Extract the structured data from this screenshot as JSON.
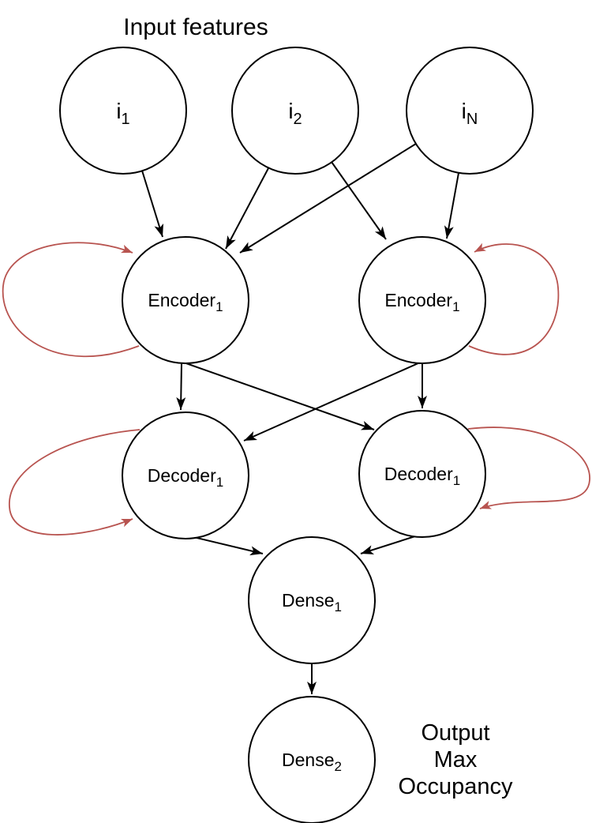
{
  "title": "Input features",
  "output_label": {
    "line1": "Output",
    "line2": "Max",
    "line3": "Occupancy"
  },
  "nodes": {
    "i1": {
      "base": "i",
      "sub": "1"
    },
    "i2": {
      "base": "i",
      "sub": "2"
    },
    "iN": {
      "base": "i",
      "sub": "N"
    },
    "encoder_left": {
      "base": "Encoder",
      "sub": "1"
    },
    "encoder_right": {
      "base": "Encoder",
      "sub": "1"
    },
    "decoder_left": {
      "base": "Decoder",
      "sub": "1"
    },
    "decoder_right": {
      "base": "Decoder",
      "sub": "1"
    },
    "dense_1": {
      "base": "Dense",
      "sub": "1"
    },
    "dense_2": {
      "base": "Dense",
      "sub": "2"
    }
  },
  "edges": [
    {
      "from": "i1",
      "to": "encoder_left",
      "type": "forward"
    },
    {
      "from": "i2",
      "to": "encoder_left",
      "type": "forward"
    },
    {
      "from": "i2",
      "to": "encoder_right",
      "type": "forward"
    },
    {
      "from": "iN",
      "to": "encoder_left",
      "type": "forward"
    },
    {
      "from": "iN",
      "to": "encoder_right",
      "type": "forward"
    },
    {
      "from": "encoder_left",
      "to": "decoder_left",
      "type": "forward"
    },
    {
      "from": "encoder_left",
      "to": "decoder_right",
      "type": "forward"
    },
    {
      "from": "encoder_right",
      "to": "decoder_right",
      "type": "forward"
    },
    {
      "from": "encoder_right",
      "to": "decoder_left",
      "type": "forward"
    },
    {
      "from": "decoder_left",
      "to": "dense_1",
      "type": "forward"
    },
    {
      "from": "decoder_right",
      "to": "dense_1",
      "type": "forward"
    },
    {
      "from": "dense_1",
      "to": "dense_2",
      "type": "forward"
    },
    {
      "from": "encoder_left",
      "to": "encoder_left",
      "type": "recurrent"
    },
    {
      "from": "encoder_right",
      "to": "encoder_right",
      "type": "recurrent"
    },
    {
      "from": "decoder_left",
      "to": "decoder_left",
      "type": "recurrent"
    },
    {
      "from": "decoder_right",
      "to": "decoder_right",
      "type": "recurrent"
    }
  ],
  "colors": {
    "background": "#ffffff",
    "node_fill": "#ffffff",
    "node_stroke": "#000000",
    "edge": "#000000",
    "recurrent_edge": "#b85450",
    "text": "#000000"
  }
}
